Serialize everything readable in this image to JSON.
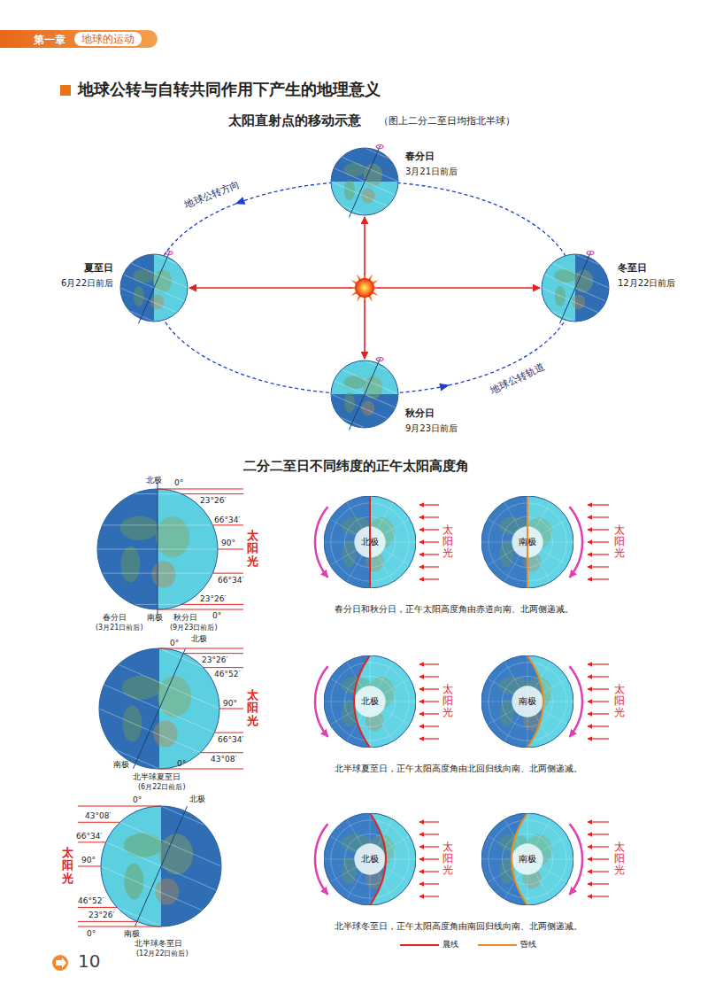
{
  "diagram": {
    "title": "地球公转与自转共同作用下产生的地理意义",
    "nodes": [
      {
        "text": [
          "第一章"
        ]
      },
      {
        "text": [
          "地球的运动"
        ],
        "in": 0
      },
      {
        "text": [
          "春分日",
          "3月21日前后"
        ]
      },
      {
        "text": [
          "夏至日",
          "6月22日前后"
        ]
      },
      {
        "text": [
          "冬至日",
          "12月22日前后"
        ]
      },
      {
        "text": [
          "秋分日",
          "9月23日前后"
        ]
      },
      {
        "text": [
          "北极"
        ]
      },
      {
        "text": [
          "南极"
        ]
      },
      {
        "text": [
          "北极"
        ]
      },
      {
        "text": [
          "南极"
        ]
      },
      {
        "text": [
          "北极"
        ]
      },
      {
        "text": [
          "南极"
        ]
      }
    ],
    "labels": [
      "太阳直射点的移动示意",
      "（图上二分二至日均指北半球）",
      "地球公转方向",
      "地球公转轨道",
      "二分二至日不同纬度的正午太阳高度角",
      "北极",
      "0°",
      "23°26′",
      "66°34′",
      "90°",
      "66°34′",
      "23°26′",
      "0°",
      "太阳光",
      "春分日",
      "南极",
      "秋分日",
      "(3月21日前后)",
      "(9月23日前后)",
      "太阳光",
      "太阳光",
      "春分日和秋分日，正午太阳高度角由赤道向南、北两侧递减。",
      "北极",
      "0°",
      "23°26′",
      "46°52′",
      "90°",
      "66°34′",
      "43°08′",
      "0°",
      "南极",
      "太阳光",
      "北半球夏至日",
      "(6月22日前后)",
      "太阳光",
      "太阳光",
      "北半球夏至日，正午太阳高度角由北回归线向南、北两侧递减。",
      "北极",
      "0°",
      "43°08′",
      "66°34′",
      "90°",
      "46°52′",
      "23°26′",
      "0°",
      "南极",
      "太阳光",
      "北半球冬至日",
      "(12月22日前后)",
      "太阳光",
      "太阳光",
      "北半球冬至日，正午太阳高度角由南回归线向南、北两侧递减。",
      "10"
    ],
    "legend": [
      {
        "text": "晨线"
      },
      {
        "text": "昏线"
      }
    ]
  }
}
